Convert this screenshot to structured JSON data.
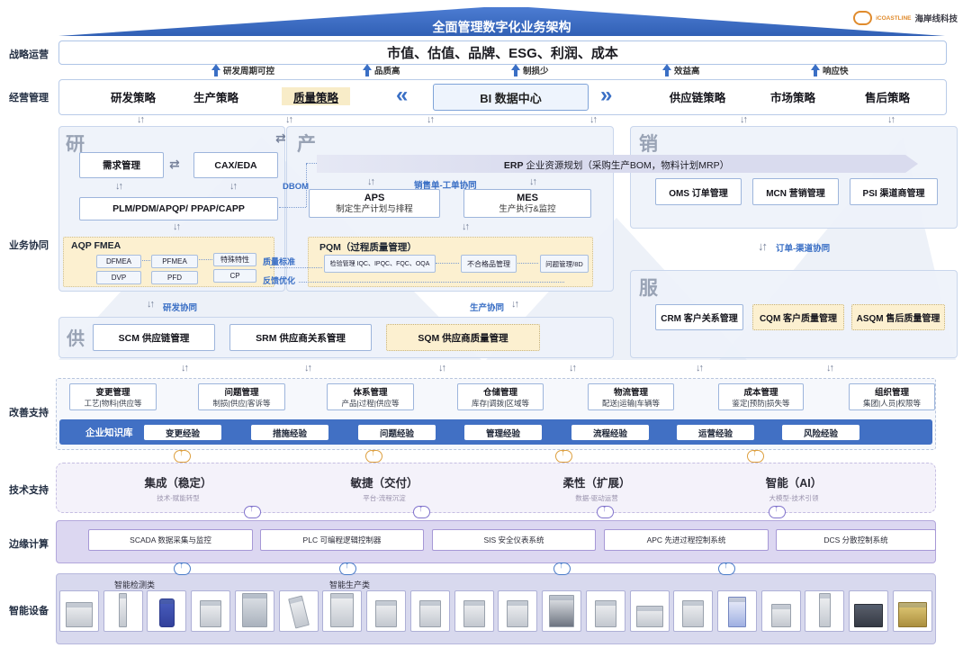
{
  "banner": {
    "title": "全面管理数字化业务架构"
  },
  "logo": {
    "brand": "iCOASTLINE",
    "company": "海岸线科技"
  },
  "sidebar": {
    "labels": [
      "战略运营",
      "经营管理",
      "业务协同",
      "改善支持",
      "技术支持",
      "边缘计算",
      "智能设备"
    ]
  },
  "strategy": {
    "metrics": "市值、估值、品牌、ESG、利润、成本"
  },
  "kpis": [
    "研发周期可控",
    "品质高",
    "制损少",
    "效益高",
    "响应快"
  ],
  "mgmt": {
    "items": [
      "研发策略",
      "生产策略",
      "质量策略",
      "供应链策略",
      "市场策略",
      "售后策略"
    ],
    "center": "BI 数据中心"
  },
  "research": {
    "label": "研",
    "demand": "需求管理",
    "cax": "CAX/EDA",
    "plm": "PLM/PDM/APQP/ PPAP/CAPP",
    "aqp": {
      "title": "AQP FMEA",
      "items": [
        "DFMEA",
        "PFMEA",
        "特殊特性",
        "DVP",
        "PFD",
        "CP"
      ]
    }
  },
  "production": {
    "label": "产",
    "erp": {
      "code": "ERP",
      "text": "企业资源规划（采购生产BOM，物料计划MRP）"
    },
    "aps": {
      "code": "APS",
      "text": "制定生产计划与排程"
    },
    "mes": {
      "code": "MES",
      "text": "生产执行&监控"
    },
    "pqm": {
      "title": "PQM（过程质量管理）",
      "items": [
        "检验管理 IQC、IPQC、FQC、OQA",
        "不合格品管理",
        "问题管理/8D"
      ]
    }
  },
  "sales": {
    "label": "销",
    "items": [
      "OMS 订单管理",
      "MCN 营销管理",
      "PSI 渠道商管理"
    ]
  },
  "service": {
    "label": "服",
    "items": [
      "CRM 客户关系管理",
      "CQM 客户质量管理",
      "ASQM 售后质量管理"
    ]
  },
  "supply": {
    "label": "供",
    "items": [
      "SCM 供应链管理",
      "SRM 供应商关系管理",
      "SQM 供应商质量管理"
    ]
  },
  "links": {
    "dbom": "DBOM",
    "sales_order": "销售单-工单协同",
    "quality_standard": "质量标准",
    "feedback": "反馈优化",
    "rd": "研发协同",
    "prod": "生产协同",
    "order_channel": "订单-渠道协同"
  },
  "improve": {
    "cards": [
      {
        "title": "变更管理",
        "sub": "工艺|物料|供应等"
      },
      {
        "title": "问题管理",
        "sub": "制损|供应|客诉等"
      },
      {
        "title": "体系管理",
        "sub": "产品|过程|供应等"
      },
      {
        "title": "仓储管理",
        "sub": "库存|调拨|区域等"
      },
      {
        "title": "物流管理",
        "sub": "配送|运输|车辆等"
      },
      {
        "title": "成本管理",
        "sub": "鉴定|预防|损失等"
      },
      {
        "title": "组织管理",
        "sub": "集团|人员|权限等"
      }
    ],
    "kb": {
      "label": "企业知识库",
      "items": [
        "变更经验",
        "措施经验",
        "问题经验",
        "管理经验",
        "流程经验",
        "运营经验",
        "风险经验"
      ]
    }
  },
  "tech": {
    "pillars": [
      {
        "title": "集成（稳定）",
        "sub": "技术-赋能转型"
      },
      {
        "title": "敏捷（交付）",
        "sub": "平台-流程沉淀"
      },
      {
        "title": "柔性（扩展）",
        "sub": "数据-驱动运营"
      },
      {
        "title": "智能（AI）",
        "sub": "大模型-技术引领"
      }
    ]
  },
  "edge": {
    "systems": [
      "SCADA 数据采集与监控",
      "PLC 可编程逻辑控制器",
      "SIS 安全仪表系统",
      "APC 先进过程控制系统",
      "DCS 分散控制系统"
    ]
  },
  "devices": {
    "groups": [
      "智能检测类",
      "智能生产类"
    ],
    "icons": [
      "cmm-machine",
      "height-gauge",
      "handheld-tester",
      "inspection-cell",
      "environment-chamber",
      "robot-arm",
      "test-cabinet",
      "laser-marker",
      "cnc-machine",
      "pump-unit",
      "mobile-robot",
      "enclosed-machine",
      "smt-machine",
      "gantry-robot",
      "feeder-machine",
      "dual-arm-robot",
      "handheld-meter",
      "slim-cabinet",
      "drive-rack",
      "wire-bonder"
    ]
  },
  "colors": {
    "primary": "#3a6cc4",
    "accent_yellow": "#fcf0d0",
    "purple": "#8173cc",
    "orange": "#dd9f3e"
  }
}
